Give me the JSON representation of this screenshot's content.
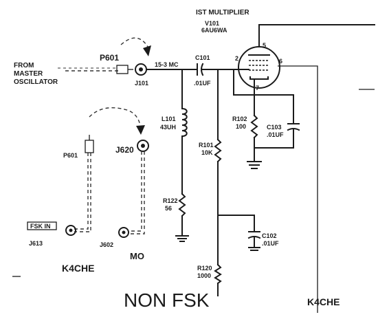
{
  "title": "NON FSK",
  "tube": {
    "title": "IST MULTIPLIER",
    "ref": "V101",
    "type": "6AU6WA",
    "pins": [
      "5",
      "2",
      "6",
      "7"
    ]
  },
  "source": {
    "line1": "FROM",
    "line2": "MASTER",
    "line3": "OSCILLATOR"
  },
  "connectors": {
    "p601_top": "P601",
    "p601_left": "P601",
    "j101": "J101",
    "j620": "J620",
    "j613": "J613",
    "j602": "J602",
    "fsk_in": "FSK IN"
  },
  "freq_label": "15-3 MC",
  "components": {
    "c101": {
      "ref": "C101",
      "value": ".01UF"
    },
    "l101": {
      "ref": "L101",
      "value": "43UH"
    },
    "r122": {
      "ref": "R122",
      "value": "56"
    },
    "r101": {
      "ref": "R101",
      "value": "10K"
    },
    "r102": {
      "ref": "R102",
      "value": "100"
    },
    "c103": {
      "ref": "C103",
      "value": ".01UF"
    },
    "c102": {
      "ref": "C102",
      "value": ".01UF"
    },
    "r120": {
      "ref": "R120",
      "value": "1000"
    }
  },
  "mo_label": "MO",
  "callsign_left": "K4CHE",
  "callsign_right": "K4CHE"
}
